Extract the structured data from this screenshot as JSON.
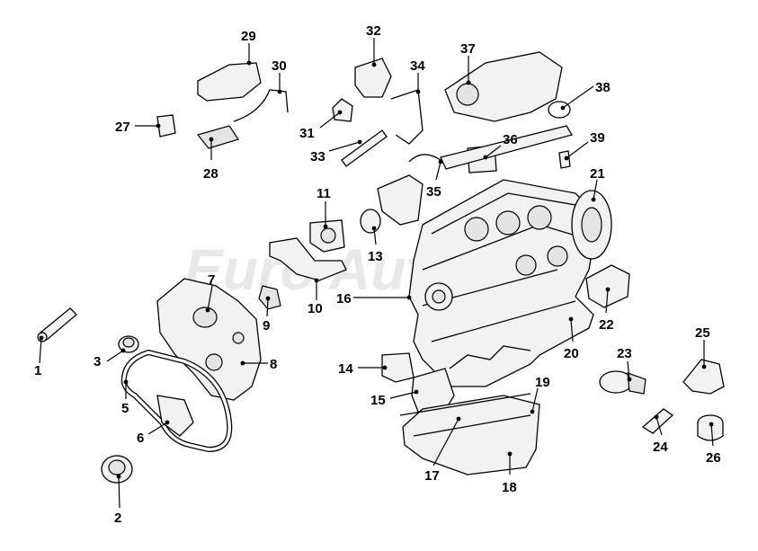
{
  "diagram": {
    "watermark_text": "Euro Auto",
    "callouts": [
      {
        "id": "1",
        "label": "1"
      },
      {
        "id": "2",
        "label": "2"
      },
      {
        "id": "3",
        "label": "3"
      },
      {
        "id": "5",
        "label": "5"
      },
      {
        "id": "6",
        "label": "6"
      },
      {
        "id": "7",
        "label": "7"
      },
      {
        "id": "8",
        "label": "8"
      },
      {
        "id": "9",
        "label": "9"
      },
      {
        "id": "10",
        "label": "10"
      },
      {
        "id": "11",
        "label": "11"
      },
      {
        "id": "13",
        "label": "13"
      },
      {
        "id": "14",
        "label": "14"
      },
      {
        "id": "15",
        "label": "15"
      },
      {
        "id": "16",
        "label": "16"
      },
      {
        "id": "17",
        "label": "17"
      },
      {
        "id": "18",
        "label": "18"
      },
      {
        "id": "19",
        "label": "19"
      },
      {
        "id": "20",
        "label": "20"
      },
      {
        "id": "21",
        "label": "21"
      },
      {
        "id": "22",
        "label": "22"
      },
      {
        "id": "23",
        "label": "23"
      },
      {
        "id": "24",
        "label": "24"
      },
      {
        "id": "25",
        "label": "25"
      },
      {
        "id": "26",
        "label": "26"
      },
      {
        "id": "27",
        "label": "27"
      },
      {
        "id": "28",
        "label": "28"
      },
      {
        "id": "29",
        "label": "29"
      },
      {
        "id": "30",
        "label": "30"
      },
      {
        "id": "31",
        "label": "31"
      },
      {
        "id": "32",
        "label": "32"
      },
      {
        "id": "33",
        "label": "33"
      },
      {
        "id": "34",
        "label": "34"
      },
      {
        "id": "35",
        "label": "35"
      },
      {
        "id": "36",
        "label": "36"
      },
      {
        "id": "37",
        "label": "37"
      },
      {
        "id": "38",
        "label": "38"
      },
      {
        "id": "39",
        "label": "39"
      }
    ]
  }
}
